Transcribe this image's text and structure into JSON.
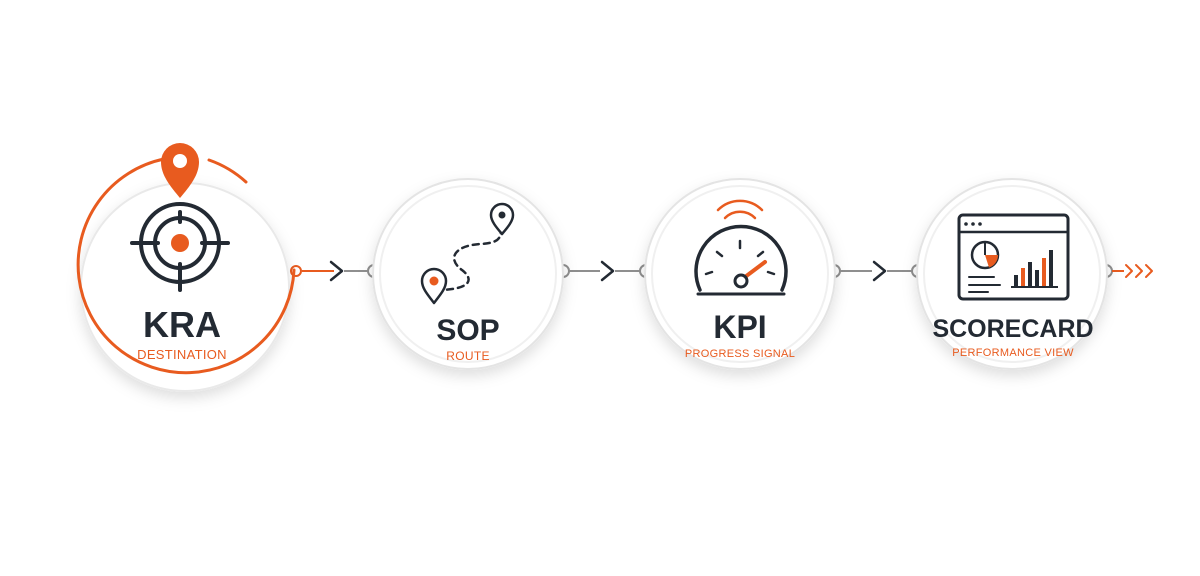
{
  "colors": {
    "accent": "#e85b1f",
    "ink": "#232a33",
    "ring": "#e4e4e4",
    "connector": "#8f8f8f"
  },
  "steps": [
    {
      "title": "KRA",
      "subtitle": "DESTINATION",
      "icon": "target-with-location-pin-icon",
      "highlighted": true
    },
    {
      "title": "SOP",
      "subtitle": "ROUTE",
      "icon": "dashed-route-between-pins-icon",
      "highlighted": false
    },
    {
      "title": "KPI",
      "subtitle": "PROGRESS SIGNAL",
      "icon": "speedometer-gauge-icon",
      "highlighted": false
    },
    {
      "title": "SCORECARD",
      "subtitle": "PERFORMANCE VIEW",
      "icon": "dashboard-window-charts-icon",
      "highlighted": false
    }
  ]
}
